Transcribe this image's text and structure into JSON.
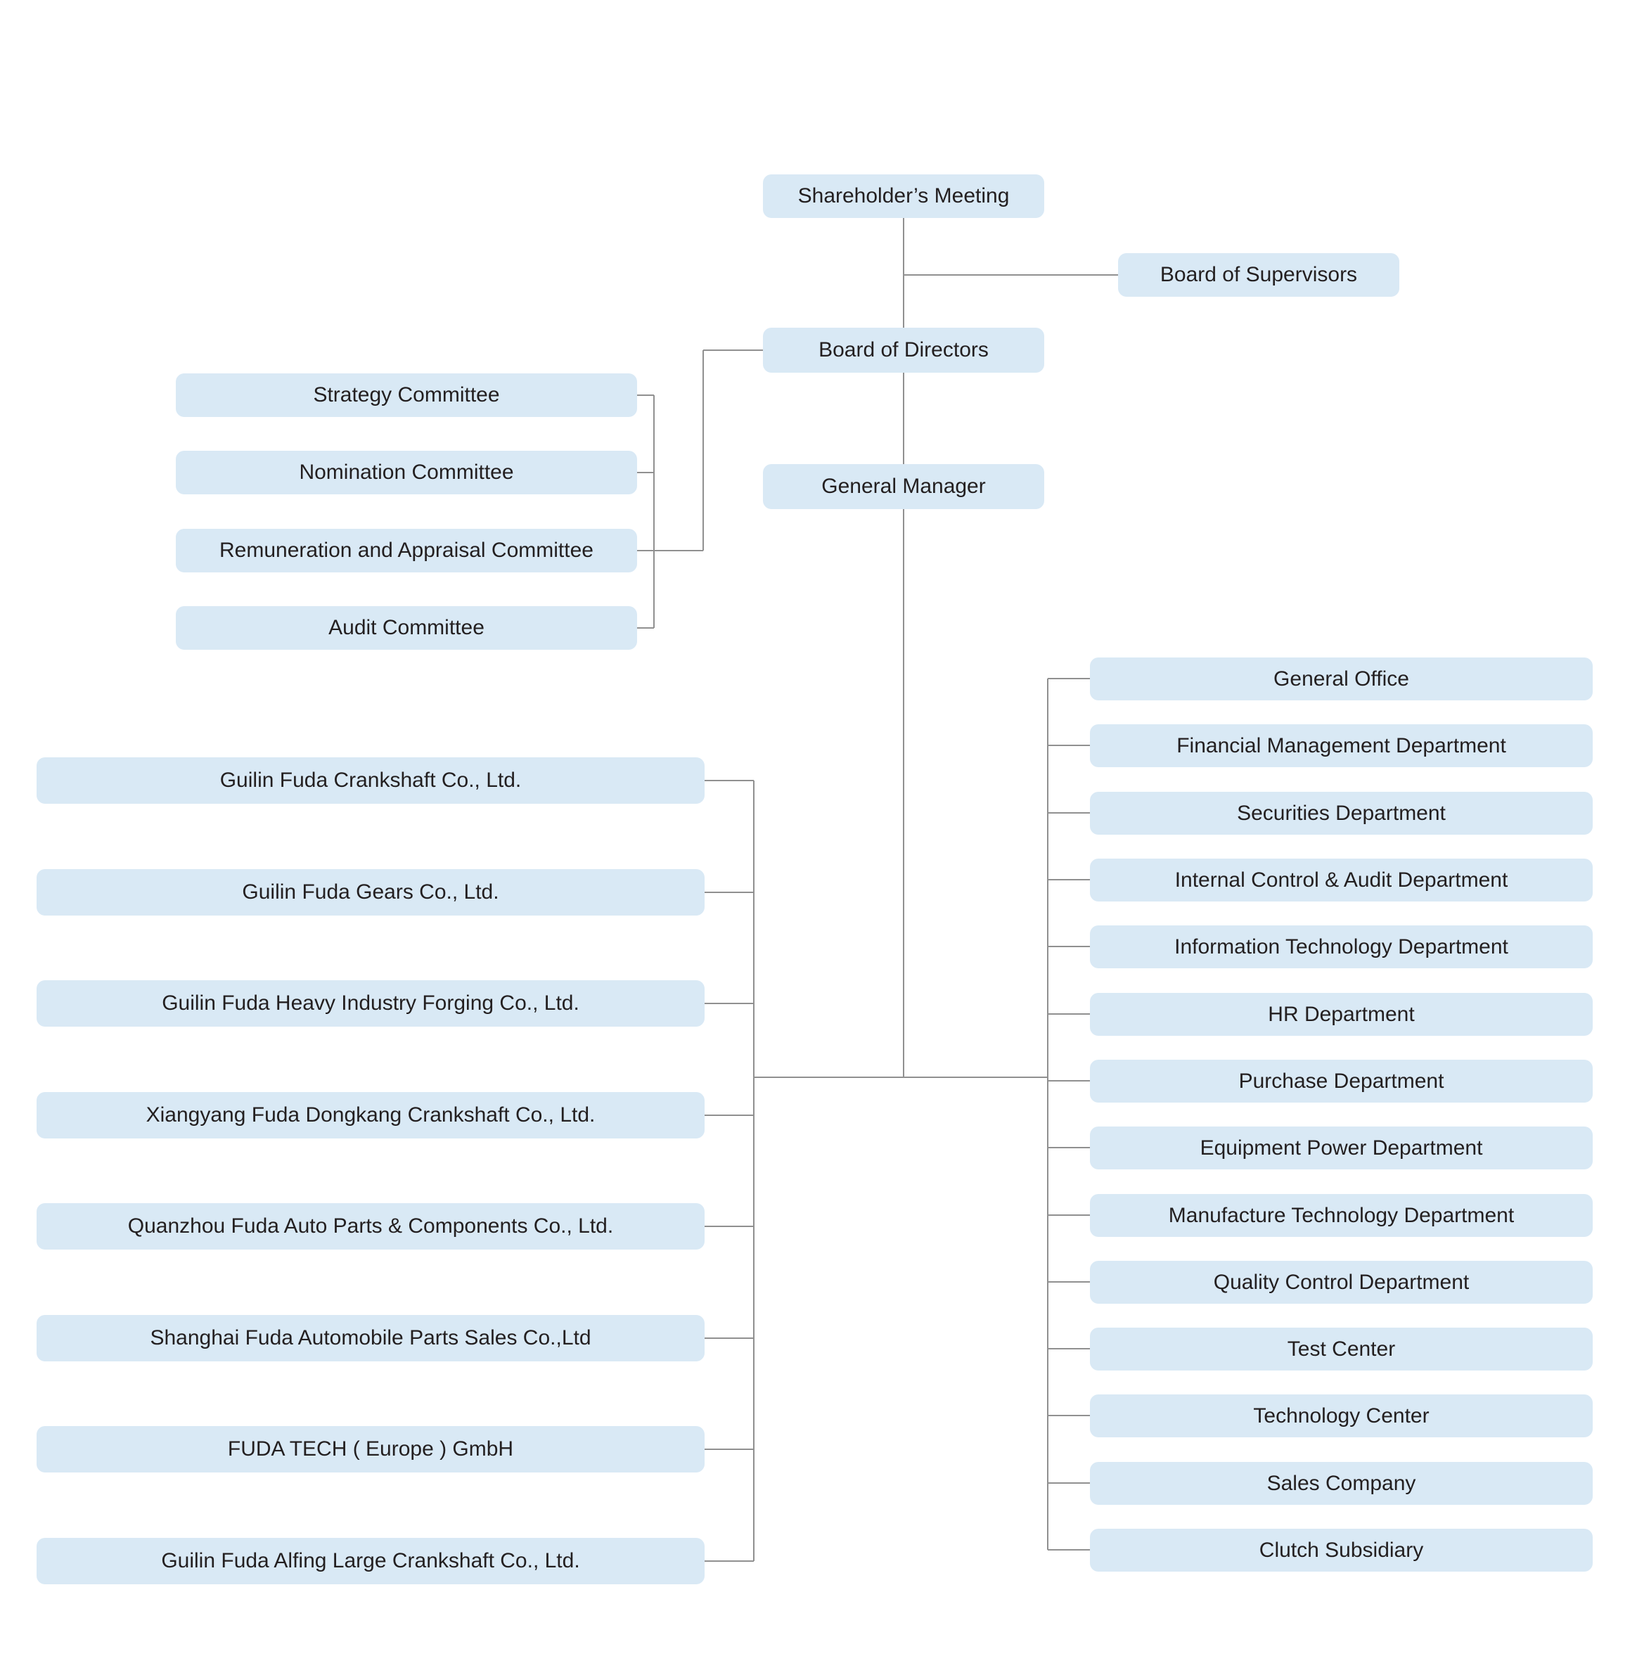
{
  "colors": {
    "background": "#ffffff",
    "box_fill": "#d9e9f5",
    "line": "#909090",
    "text": "#231f20"
  },
  "nodes": {
    "shareholders_meeting": {
      "label": "Shareholder’s Meeting"
    },
    "board_of_supervisors": {
      "label": "Board of Supervisors"
    },
    "board_of_directors": {
      "label": "Board of Directors"
    },
    "general_manager": {
      "label": "General Manager"
    }
  },
  "committees": [
    {
      "label": "Strategy Committee"
    },
    {
      "label": "Nomination Committee"
    },
    {
      "label": "Remuneration and Appraisal Committee"
    },
    {
      "label": "Audit Committee"
    }
  ],
  "subsidiaries": [
    {
      "label": "Guilin Fuda Crankshaft Co., Ltd."
    },
    {
      "label": "Guilin Fuda Gears Co., Ltd."
    },
    {
      "label": "Guilin Fuda Heavy Industry Forging Co., Ltd."
    },
    {
      "label": "Xiangyang Fuda Dongkang Crankshaft Co., Ltd."
    },
    {
      "label": "Quanzhou Fuda Auto Parts & Components Co., Ltd."
    },
    {
      "label": "Shanghai Fuda Automobile Parts Sales Co.,Ltd"
    },
    {
      "label": "FUDA TECH ( Europe ) GmbH"
    },
    {
      "label": "Guilin Fuda Alfing Large Crankshaft Co., Ltd."
    }
  ],
  "departments": [
    {
      "label": "General Office"
    },
    {
      "label": "Financial Management Department"
    },
    {
      "label": "Securities Department"
    },
    {
      "label": "Internal Control & Audit Department"
    },
    {
      "label": "Information Technology Department"
    },
    {
      "label": "HR Department"
    },
    {
      "label": "Purchase Department"
    },
    {
      "label": "Equipment Power Department"
    },
    {
      "label": "Manufacture Technology Department"
    },
    {
      "label": "Quality Control Department"
    },
    {
      "label": "Test Center"
    },
    {
      "label": "Technology Center"
    },
    {
      "label": "Sales Company"
    },
    {
      "label": "Clutch Subsidiary"
    }
  ]
}
